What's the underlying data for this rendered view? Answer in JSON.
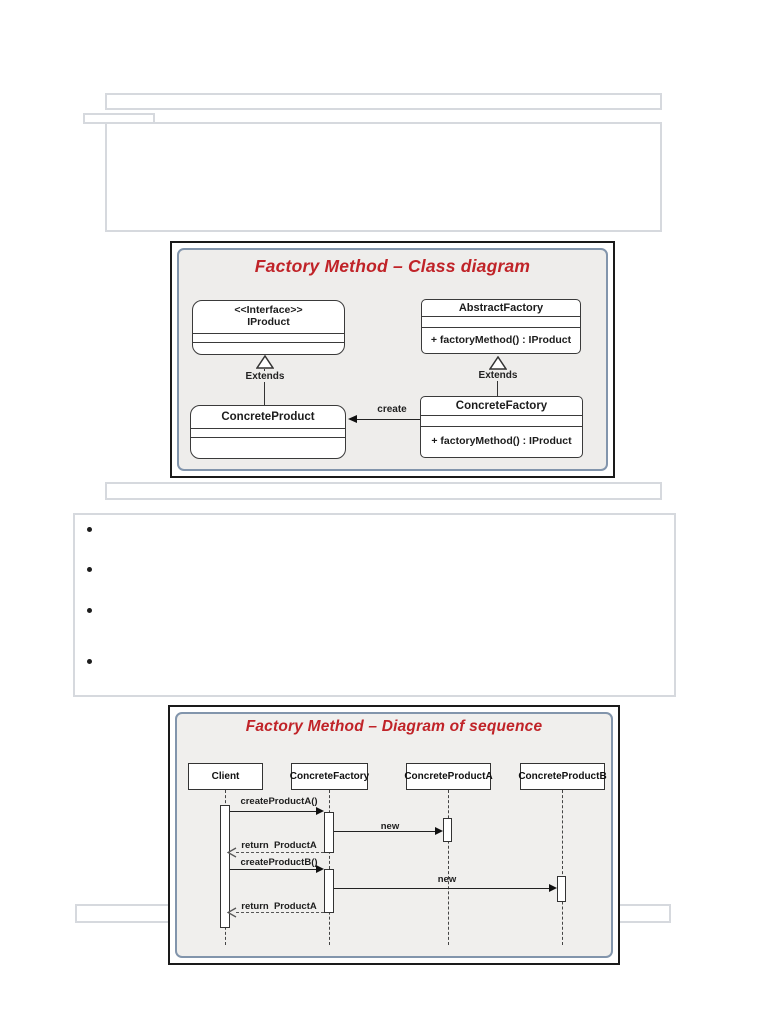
{
  "colors": {
    "accent_red": "#c02328",
    "panel_background": "#eeedeb",
    "panel_border_blue": "#8295ac",
    "figure_border": "#1a1a1a",
    "placeholder_border": "#d6d9de"
  },
  "class_diagram": {
    "title": "Factory Method – Class diagram",
    "iproduct": {
      "stereotype": "<<Interface>>",
      "name": "IProduct"
    },
    "abstract_factory": {
      "name": "AbstractFactory",
      "method": "+ factoryMethod() : IProduct"
    },
    "concrete_factory": {
      "name": "ConcreteFactory",
      "method": "+ factoryMethod() : IProduct"
    },
    "concrete_product": {
      "name": "ConcreteProduct"
    },
    "labels": {
      "extends_left": "Extends",
      "extends_right": "Extends",
      "create": "create"
    }
  },
  "sequence_diagram": {
    "title": "Factory Method – Diagram of sequence",
    "lifelines": [
      "Client",
      "ConcreteFactory",
      "ConcreteProductA",
      "ConcreteProductB"
    ],
    "messages": [
      {
        "label": "createProductA()",
        "type": "call"
      },
      {
        "label": "new",
        "type": "create"
      },
      {
        "label": "return  ProductA",
        "type": "return"
      },
      {
        "label": "createProductB()",
        "type": "call"
      },
      {
        "label": "new",
        "type": "create"
      },
      {
        "label": "return  ProductA",
        "type": "return"
      }
    ]
  }
}
